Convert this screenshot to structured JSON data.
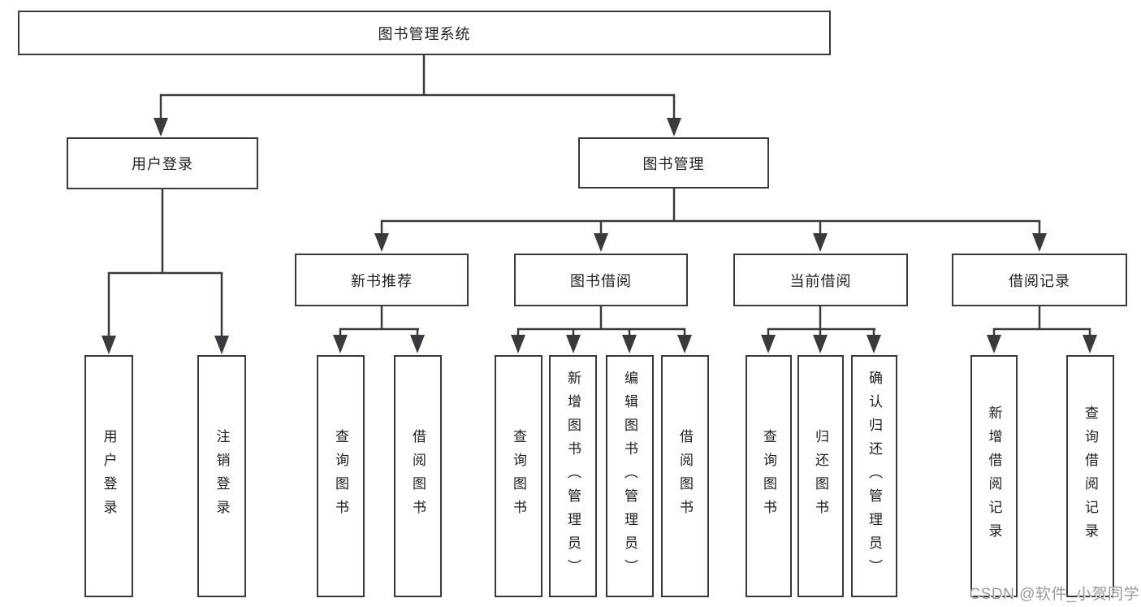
{
  "tree": {
    "root": {
      "label": "图书管理系统"
    },
    "branches": [
      {
        "label": "用户登录",
        "children": [
          {
            "label": "用户登录"
          },
          {
            "label": "注销登录"
          }
        ]
      },
      {
        "label": "图书管理",
        "children": [
          {
            "label": "新书推荐",
            "children": [
              {
                "label": "查询图书"
              },
              {
                "label": "借阅图书"
              }
            ]
          },
          {
            "label": "图书借阅",
            "children": [
              {
                "label": "查询图书"
              },
              {
                "label": "新增图书（管理员）"
              },
              {
                "label": "编辑图书（管理员）"
              },
              {
                "label": "借阅图书"
              }
            ]
          },
          {
            "label": "当前借阅",
            "children": [
              {
                "label": "查询图书"
              },
              {
                "label": "归还图书"
              },
              {
                "label": "确认归还（管理员）"
              }
            ]
          },
          {
            "label": "借阅记录",
            "children": [
              {
                "label": "新增借阅记录"
              },
              {
                "label": "查询借阅记录"
              }
            ]
          }
        ]
      }
    ]
  },
  "watermark": "CSDN @软件_小贺同学",
  "colors": {
    "line": "#3a3a3c",
    "text": "#1f1f1f",
    "watermark": "#9a9a9a",
    "background": "#ffffff"
  }
}
